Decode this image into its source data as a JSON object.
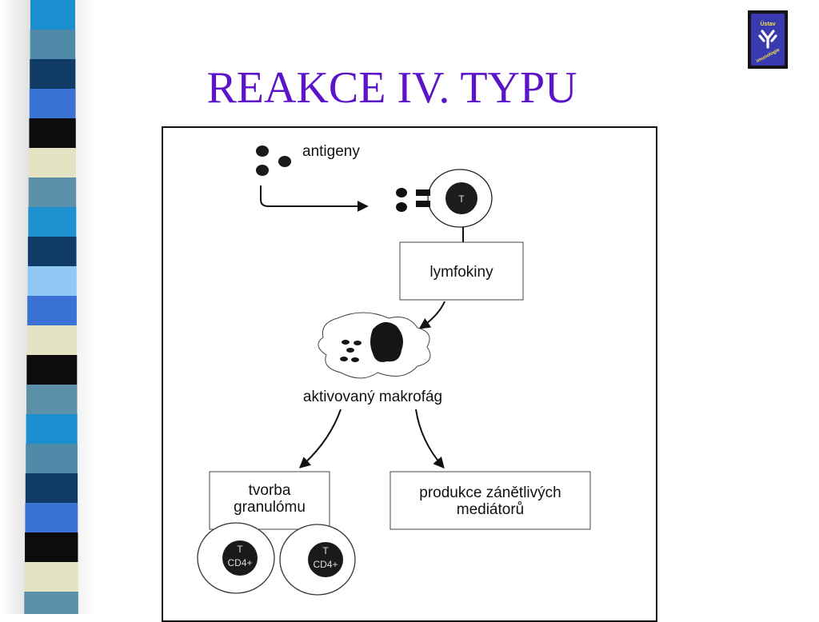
{
  "slide": {
    "title": "REAKCE IV. TYPU"
  },
  "logo": {
    "top_text": "Ústav",
    "bottom_text": "imunologie",
    "colors": {
      "background": "#3a3ab0",
      "frame": "#141414",
      "text": "#f4e34b"
    }
  },
  "diagram": {
    "antigens_label": "antigeny",
    "t_cell_label": "T",
    "lymphokines_label": "lymfokiny",
    "macrophage_label": "aktivovaný makrofág",
    "left_box": {
      "line1": "tvorba",
      "line2": "granulómu"
    },
    "right_box": {
      "line1": "produkce zánětlivých",
      "line2": "mediátorů"
    },
    "cd4_cells": [
      {
        "line1": "T",
        "line2": "CD4+"
      },
      {
        "line1": "T",
        "line2": "CD4+"
      }
    ]
  },
  "colors": {
    "title": "#5b14c8",
    "strip": [
      "#1b8fd0",
      "#4f8ba8",
      "#0f3b66",
      "#3b72d6",
      "#0c0c0c",
      "#e4e4c4",
      "#5b90a8",
      "#1f90d0",
      "#0f3b66",
      "#8fc8f4",
      "#3b72d6",
      "#e4e4c4",
      "#0c0c0c",
      "#5b90a8"
    ]
  }
}
